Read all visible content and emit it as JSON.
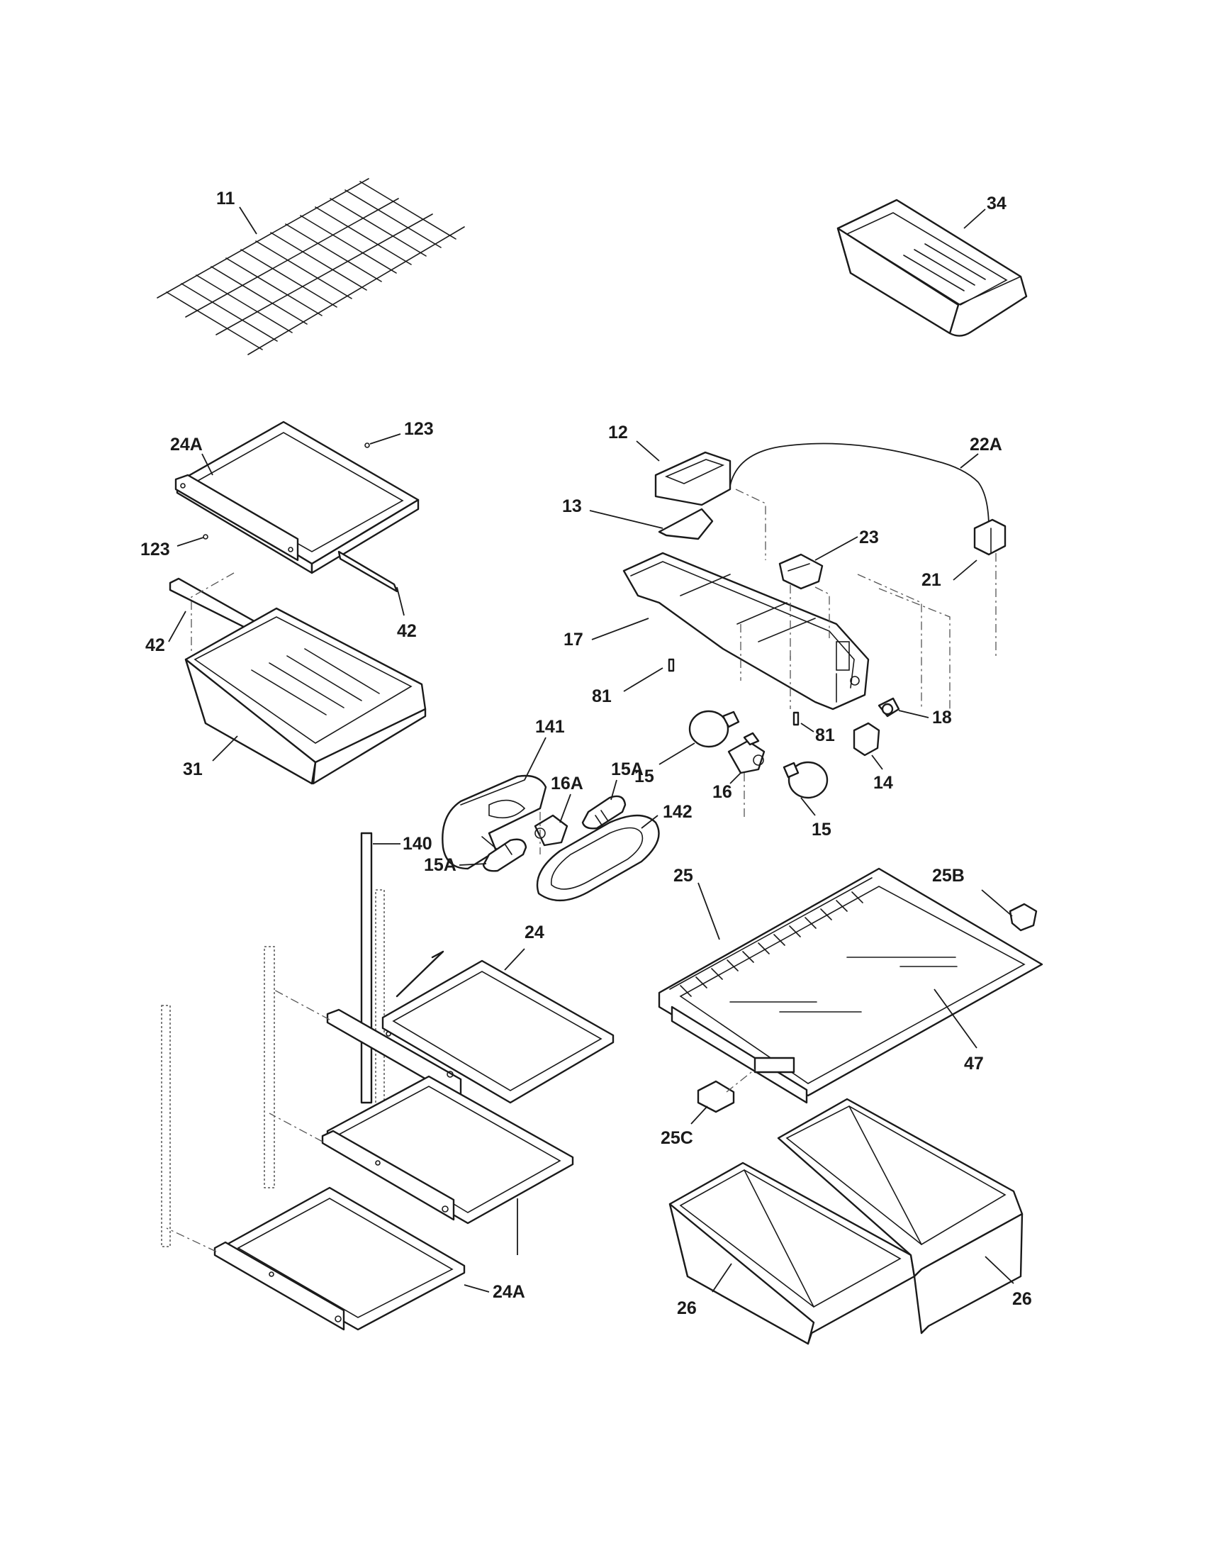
{
  "diagram": {
    "callouts": [
      "11",
      "34",
      "24A",
      "123",
      "123",
      "42",
      "42",
      "31",
      "12",
      "13",
      "22A",
      "23",
      "21",
      "17",
      "81",
      "81",
      "18",
      "14",
      "15",
      "16",
      "15",
      "141",
      "16A",
      "15A",
      "15A",
      "142",
      "140",
      "24",
      "25",
      "25B",
      "47",
      "25C",
      "26",
      "26",
      "24A"
    ]
  }
}
